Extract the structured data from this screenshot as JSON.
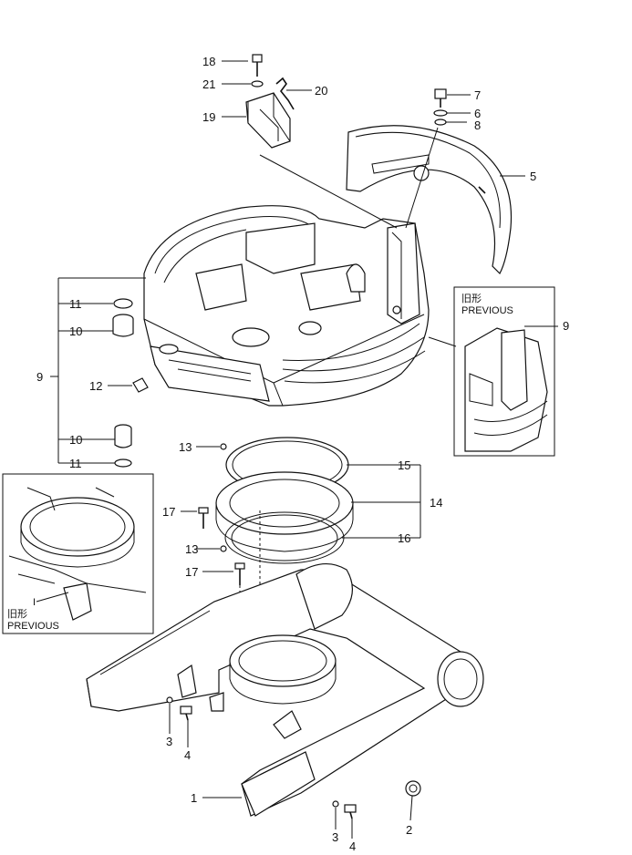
{
  "callouts": {
    "c1": "1",
    "c2": "2",
    "c3a": "3",
    "c3b": "3",
    "c4a": "4",
    "c4b": "4",
    "c5": "5",
    "c6": "6",
    "c7": "7",
    "c8": "8",
    "c9a": "9",
    "c9b": "9",
    "c10a": "10",
    "c10b": "10",
    "c11a": "11",
    "c11b": "11",
    "c12": "12",
    "c13a": "13",
    "c13b": "13",
    "c14": "14",
    "c15": "15",
    "c16": "16",
    "c17a": "17",
    "c17b": "17",
    "c18": "18",
    "c19": "19",
    "c20": "20",
    "c21": "21"
  },
  "insets": {
    "right": {
      "jp": "旧形",
      "en": "PREVIOUS"
    },
    "left": {
      "jp": "旧形",
      "en": "PREVIOUS",
      "ref": "I"
    }
  }
}
